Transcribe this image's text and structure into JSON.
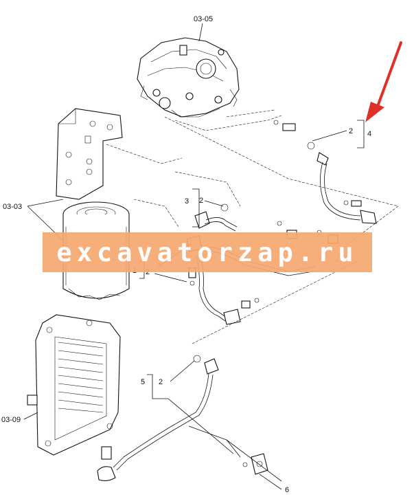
{
  "labels": {
    "pump": "03-05",
    "filter": "03-03",
    "cooler": "03-09",
    "n1": "1",
    "n2a": "2",
    "n2b": "2",
    "n2c": "2",
    "n2d": "2",
    "n3": "3",
    "n4": "4",
    "n5": "5",
    "n6": "6"
  },
  "watermark": "excavatorzap.ru",
  "arrow_color": "#e0302a",
  "watermark_color": "#f6a870"
}
